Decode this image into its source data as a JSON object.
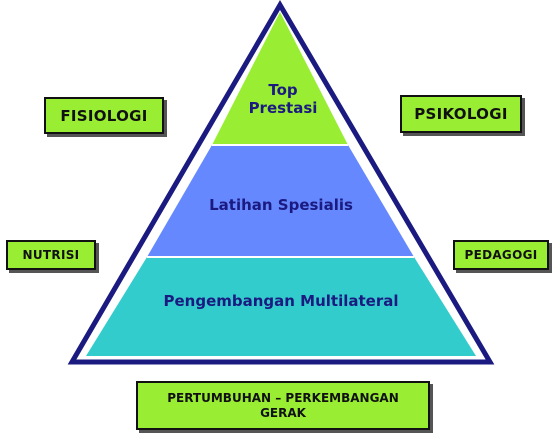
{
  "pyramid": {
    "top": {
      "line1": "Top",
      "line2": "Prestasi",
      "fill": "#99ee33"
    },
    "middle": {
      "label": "Latihan Spesialis",
      "fill": "#6688ff"
    },
    "bottom": {
      "label": "Pengembangan Multilateral",
      "fill": "#33cccc"
    },
    "outline": "#1a1a80",
    "label_color": "#1a1a80"
  },
  "side_boxes": {
    "fisiologi": "FISIOLOGI",
    "psikologi": "PSIKOLOGI",
    "nutrisi": "NUTRISI",
    "pedagogi": "PEDAGOGI",
    "fill": "#99ee33"
  },
  "base_box": {
    "line1": "PERTUMBUHAN – PERKEMBANGAN",
    "line2": "GERAK"
  }
}
